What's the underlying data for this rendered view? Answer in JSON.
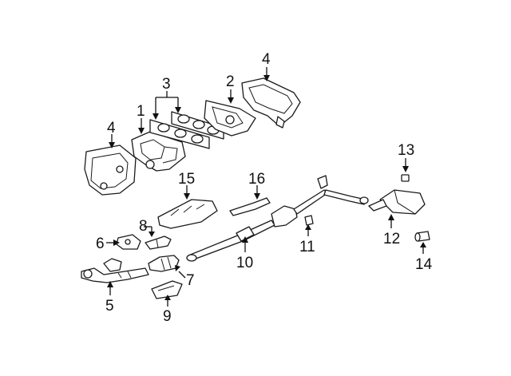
{
  "callouts": {
    "c1": "1",
    "c2": "2",
    "c3": "3",
    "c4a": "4",
    "c4b": "4",
    "c5": "5",
    "c6": "6",
    "c7": "7",
    "c8": "8",
    "c9": "9",
    "c10": "10",
    "c11": "11",
    "c12": "12",
    "c13": "13",
    "c14": "14",
    "c15": "15",
    "c16": "16"
  }
}
